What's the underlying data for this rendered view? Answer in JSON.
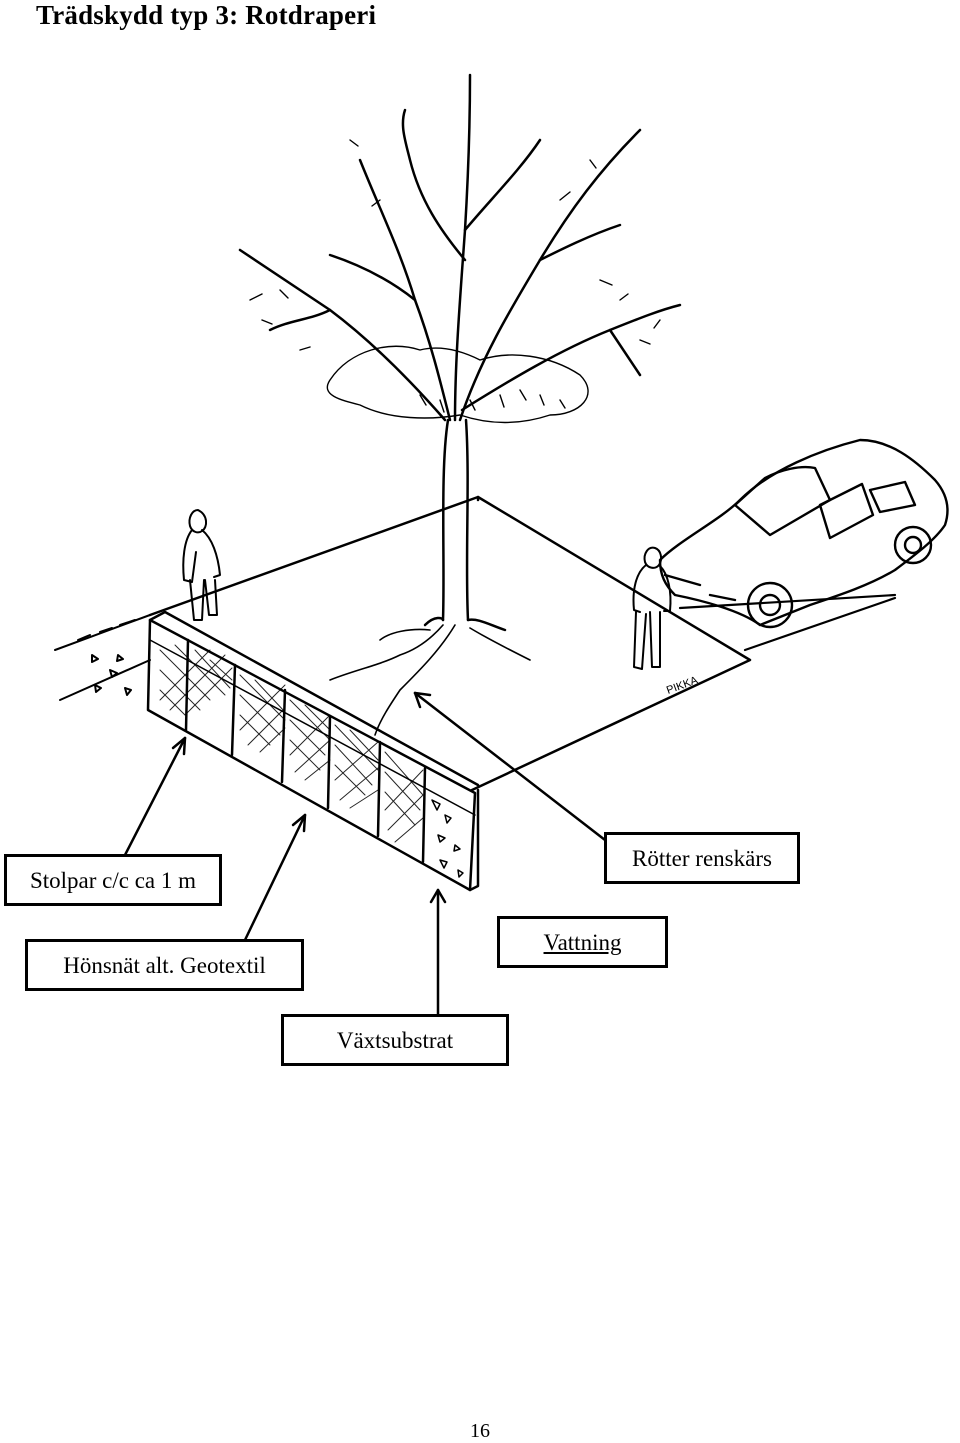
{
  "document": {
    "title": "Trädskydd typ 3: Rotdraperi",
    "page_number": "16"
  },
  "illustration": {
    "artist_signature": "PIKKA",
    "labels": {
      "posts": "Stolpar c/c ca 1 m",
      "mesh": "Hönsnät alt. Geotextil",
      "substrate": "Växtsubstrat",
      "watering": "Vattning",
      "roots": "Rötter renskärs"
    }
  }
}
